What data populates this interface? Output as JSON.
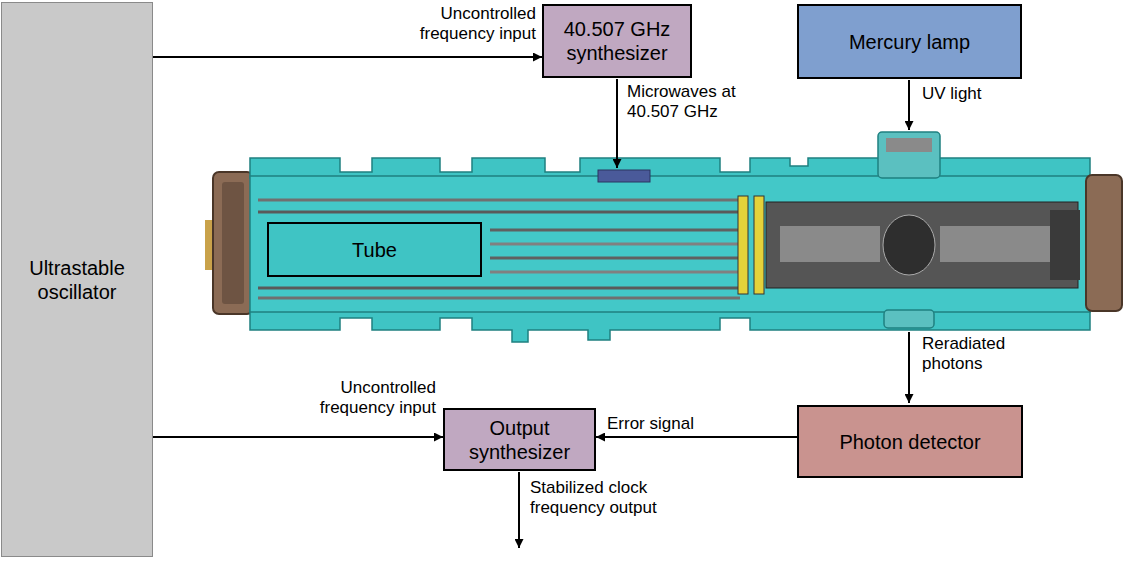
{
  "diagram": {
    "nodes": [
      {
        "text": [
          "Ultrastable oscillator"
        ]
      },
      {
        "text": [
          "40.507 GHz synthesizer"
        ]
      },
      {
        "text": [
          "Mercury lamp"
        ]
      },
      {
        "text": [
          "Tube"
        ]
      },
      {
        "text": [
          "Output synthesizer"
        ]
      },
      {
        "text": [
          "Photon detector"
        ]
      }
    ],
    "edges": [
      {
        "from": 0,
        "to": 1,
        "label": "Uncontrolled frequency input",
        "arrow": "to"
      },
      {
        "from": 0,
        "to": 4,
        "label": "Uncontrolled frequency input",
        "arrow": "to"
      },
      {
        "from": 5,
        "to": 4,
        "label": "Error signal",
        "arrow": "to"
      }
    ],
    "labels": [
      "Microwaves at 40.507 GHz",
      "UV light",
      "Reradiated photons",
      "Stabilized clock frequency output"
    ]
  }
}
